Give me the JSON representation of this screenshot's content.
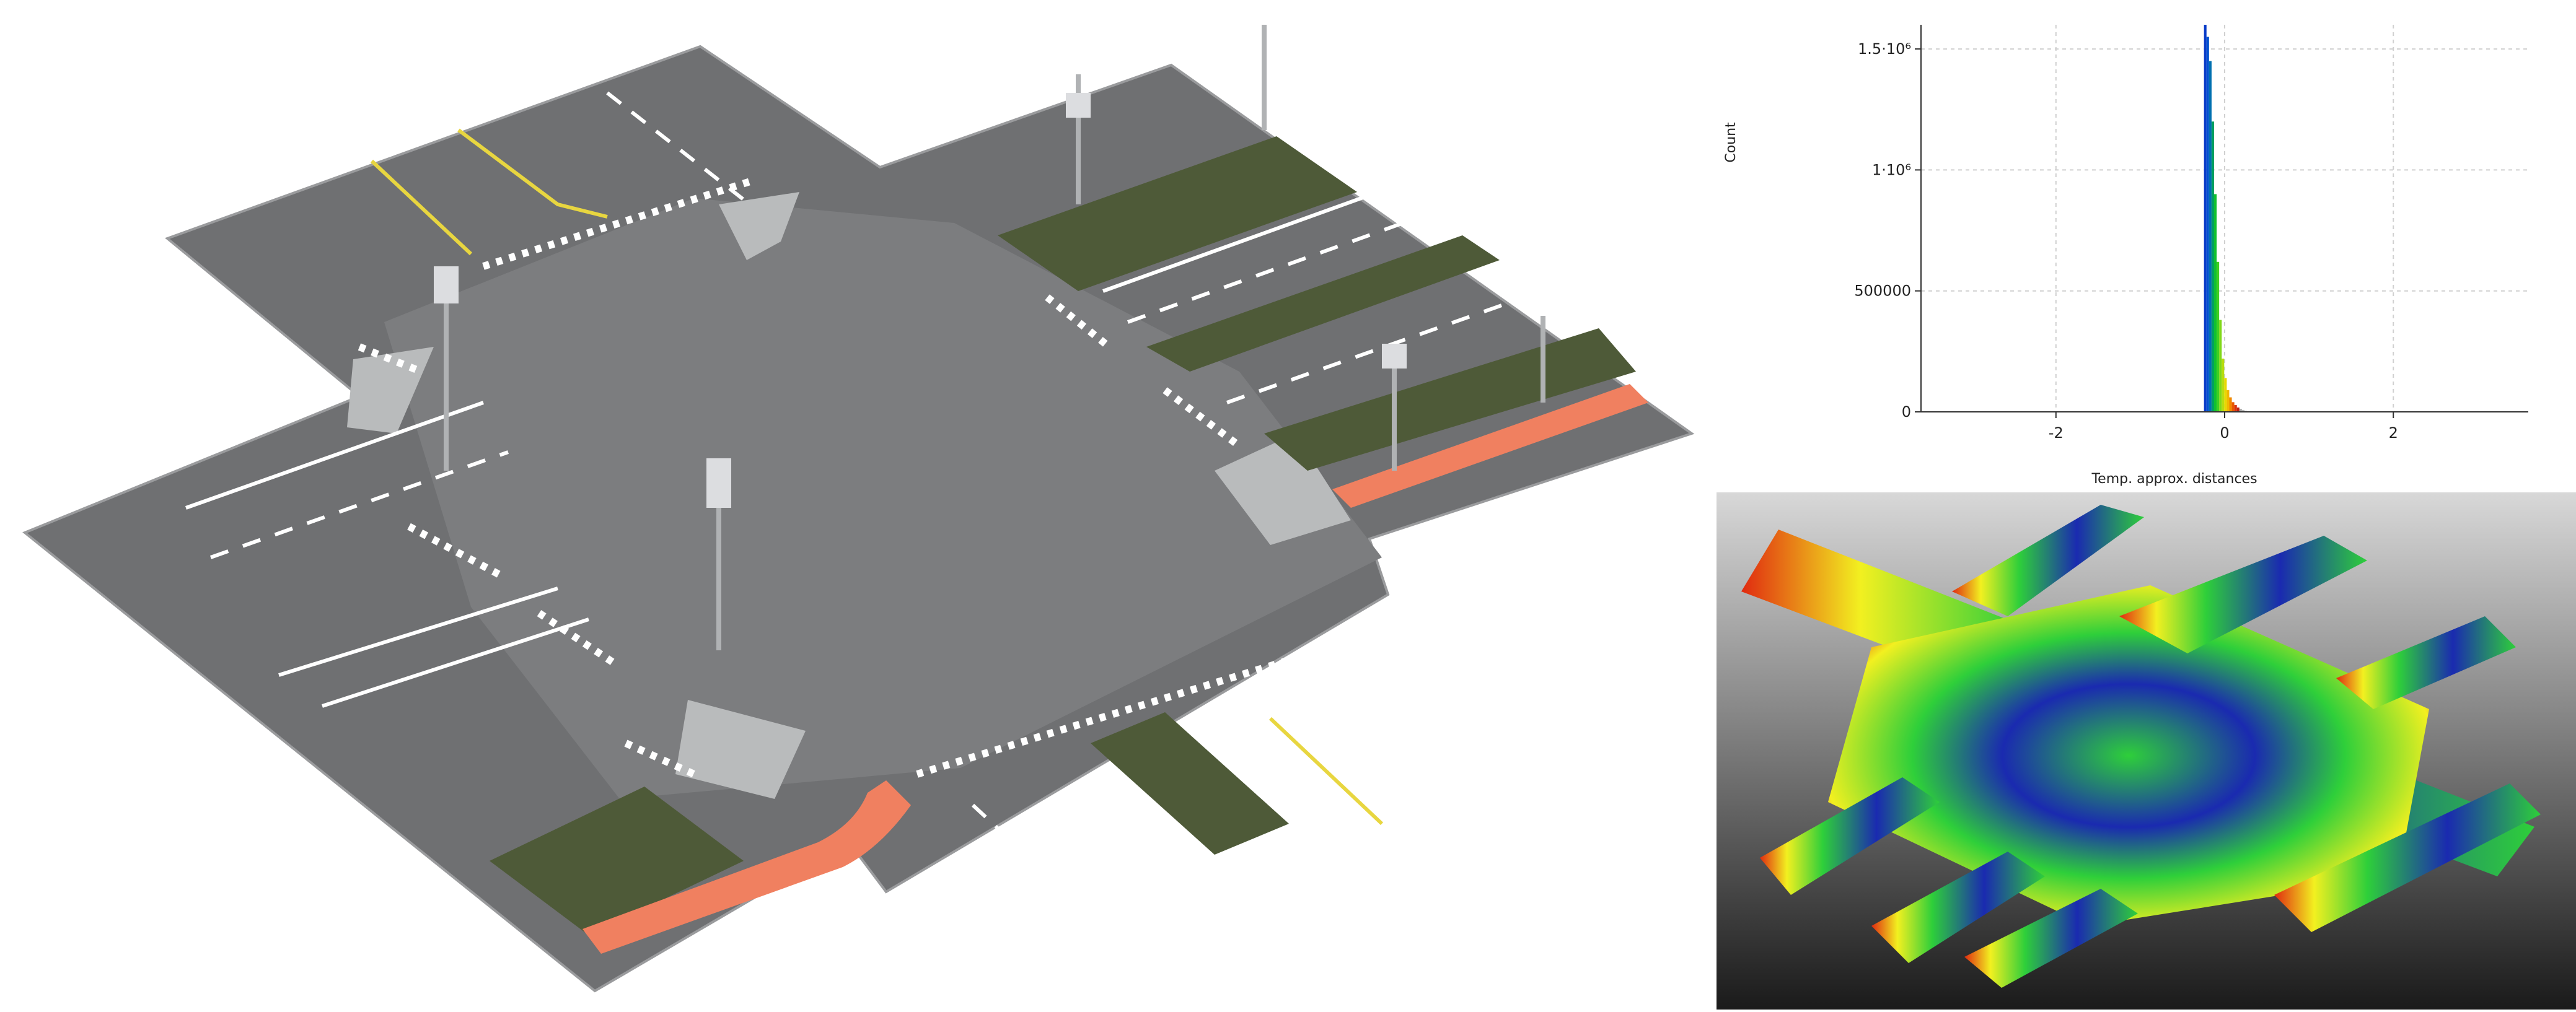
{
  "colors": {
    "road": "#6f7072",
    "plaza": "#7c7d7f",
    "sidewalk": "#bfc1c2",
    "grass": "#4e5a38",
    "bike_lane": "#f08060",
    "marking": "#ffffff",
    "yellow_marking": "#e8d640",
    "heat_blue": "#1a2ab0",
    "heat_green": "#2ecf3a",
    "heat_yellow": "#f2f020",
    "heat_red": "#e02a10"
  },
  "icons": {
    "scene": "intersection-3d-model",
    "heatmap": "deviation-heatmap"
  },
  "chart_data": {
    "type": "bar",
    "title": "",
    "xlabel": "Temp. approx. distances",
    "ylabel": "Count",
    "xlim": [
      -3.6,
      3.6
    ],
    "ylim": [
      0,
      1600000
    ],
    "x_ticks": [
      -2,
      0,
      2
    ],
    "x_tick_labels": [
      "-2",
      "0",
      "2"
    ],
    "y_ticks": [
      0,
      500000,
      1000000,
      1500000
    ],
    "y_tick_labels": [
      "0",
      "500000",
      "1·10⁶",
      "1.5·10⁶"
    ],
    "grid": true,
    "legend": "none",
    "x": [
      -0.23,
      -0.2,
      -0.17,
      -0.14,
      -0.11,
      -0.08,
      -0.05,
      -0.02,
      0.01,
      0.04,
      0.07,
      0.1,
      0.13,
      0.16,
      0.19,
      0.22,
      0.25
    ],
    "values": [
      1600000,
      1550000,
      1450000,
      1200000,
      900000,
      620000,
      380000,
      220000,
      140000,
      90000,
      60000,
      40000,
      28000,
      18000,
      12000,
      8000,
      5000
    ],
    "bar_colors": [
      "#0a3cc8",
      "#0050d0",
      "#0070b0",
      "#00a060",
      "#10c030",
      "#40d020",
      "#80d818",
      "#b8dc10",
      "#e8d800",
      "#f0b800",
      "#f08800",
      "#e85800",
      "#d83010",
      "#c02010",
      "#a8a8a8",
      "#b8b8b8",
      "#c8c8c8"
    ]
  }
}
